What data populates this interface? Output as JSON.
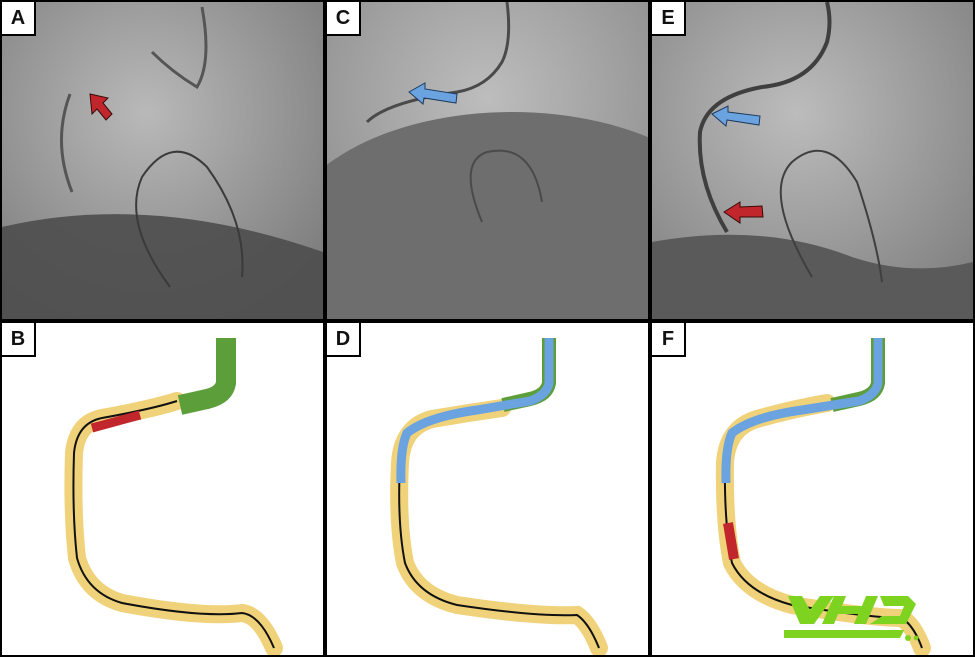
{
  "panels": [
    {
      "id": "A",
      "kind": "fluoroscopy",
      "markers": [
        {
          "type": "arrow",
          "color_name": "red"
        }
      ]
    },
    {
      "id": "B",
      "kind": "schematic",
      "segments": [
        "green",
        "yellow",
        "red"
      ]
    },
    {
      "id": "C",
      "kind": "fluoroscopy",
      "markers": [
        {
          "type": "arrow",
          "color_name": "blue"
        }
      ]
    },
    {
      "id": "D",
      "kind": "schematic",
      "segments": [
        "green",
        "yellow",
        "blue"
      ]
    },
    {
      "id": "E",
      "kind": "fluoroscopy",
      "markers": [
        {
          "type": "arrow",
          "color_name": "blue"
        },
        {
          "type": "arrow",
          "color_name": "red"
        }
      ]
    },
    {
      "id": "F",
      "kind": "schematic",
      "segments": [
        "green",
        "yellow",
        "blue",
        "red"
      ]
    }
  ],
  "colors": {
    "red": "#c0262b",
    "blue": "#6aa3df",
    "green": "#5c9e3a",
    "yellow": "#f0d27a",
    "wire": "#111111",
    "logo": "#7ed321"
  },
  "watermark": {
    "text": "YHD"
  }
}
